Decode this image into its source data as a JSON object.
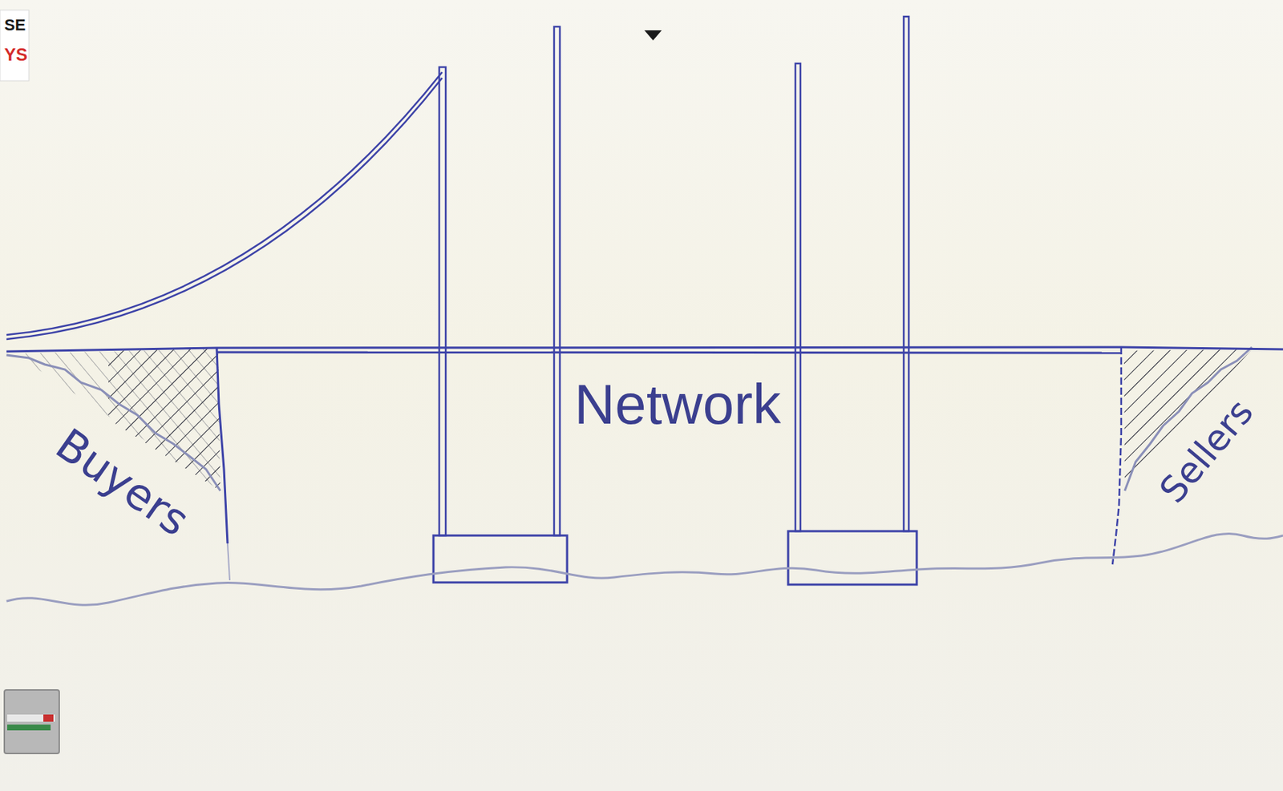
{
  "diagram": {
    "labels": [
      "SE",
      "YS",
      "Buyers",
      "Network",
      "Sellers"
    ]
  }
}
